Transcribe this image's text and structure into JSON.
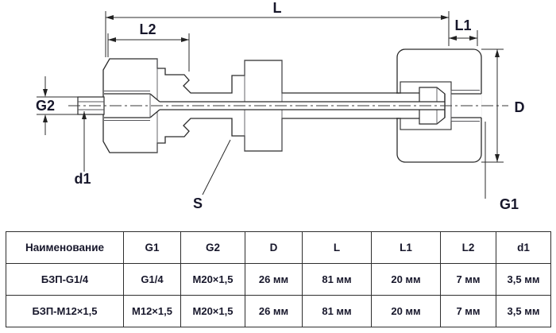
{
  "drawing": {
    "labels": {
      "L": "L",
      "L1": "L1",
      "L2": "L2",
      "G1": "G1",
      "G2": "G2",
      "D": "D",
      "d1": "d1",
      "S": "S"
    }
  },
  "table": {
    "headers": [
      "Наименование",
      "G1",
      "G2",
      "D",
      "L",
      "L1",
      "L2",
      "d1"
    ],
    "rows": [
      [
        "БЗП-G1/4",
        "G1/4",
        "М20×1,5",
        "26 мм",
        "81 мм",
        "20 мм",
        "7 мм",
        "3,5 мм"
      ],
      [
        "БЗП-М12×1,5",
        "М12×1,5",
        "М20×1,5",
        "26 мм",
        "81 мм",
        "20 мм",
        "7 мм",
        "3,5 мм"
      ]
    ]
  }
}
